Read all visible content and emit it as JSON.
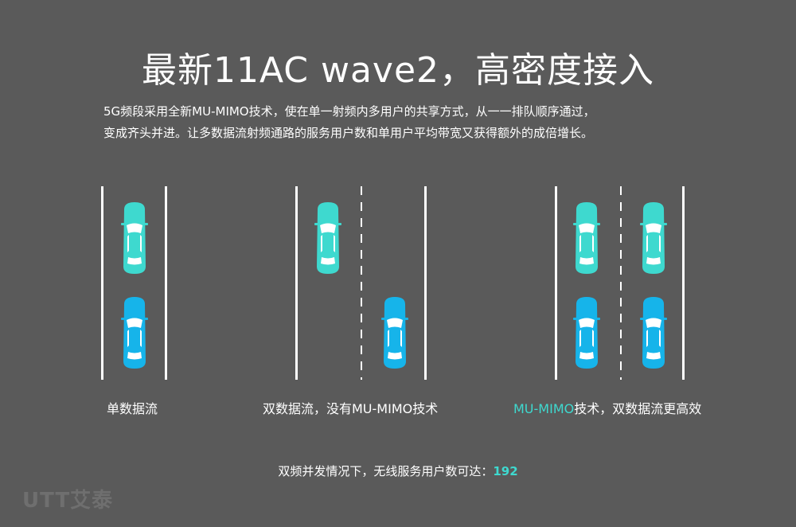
{
  "title": "最新11AC wave2，高密度接入",
  "description": {
    "line1": "5G频段采用全新MU-MIMO技术，使在单一射频内多用户的共享方式，从一一排队顺序通过，",
    "line2": "变成齐头并进。让多数据流射频通路的服务用户数和单用户平均带宽又获得额外的成倍增长。"
  },
  "diagrams": {
    "single": {
      "caption": "单数据流"
    },
    "dual_no_mimo": {
      "caption": "双数据流，没有MU-MIMO技术"
    },
    "dual_mimo": {
      "caption_accent": "MU-MIMO",
      "caption_rest": "技术，双数据流更高效"
    }
  },
  "footer": {
    "label": "双频并发情况下，无线服务用户数可达：",
    "value": "192"
  },
  "logo": {
    "text": "UTT艾泰"
  },
  "colors": {
    "background": "#5a5a5a",
    "car_teal": "#3ed9cf",
    "car_blue": "#16b4ea",
    "accent": "#3ed9cf"
  },
  "icons": {
    "car": "car-top-view-icon"
  }
}
